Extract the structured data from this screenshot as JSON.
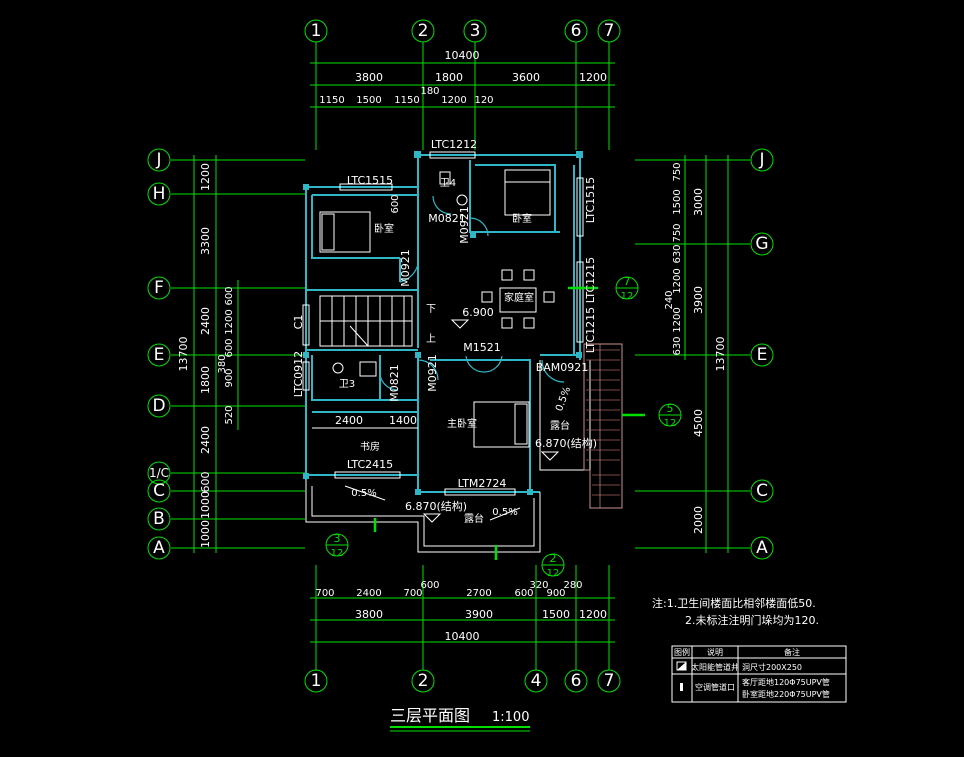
{
  "title": "三层平面图",
  "scale": "1:100",
  "grid_top": [
    "1",
    "2",
    "3",
    "6",
    "7"
  ],
  "grid_bottom": [
    "1",
    "2",
    "4",
    "6",
    "7"
  ],
  "grid_left": [
    "J",
    "H",
    "F",
    "E",
    "D",
    "1/C",
    "C",
    "B",
    "A"
  ],
  "grid_right": [
    "J",
    "G",
    "E",
    "C",
    "A"
  ],
  "dims_top": {
    "total": "10400",
    "row2": [
      "3800",
      "1800",
      "3600",
      "1200"
    ],
    "row3": [
      "1150",
      "1500",
      "1150",
      "180",
      "1200",
      "120"
    ]
  },
  "dims_bottom": {
    "row1": [
      "700",
      "2400",
      "700",
      "600",
      "2700",
      "600",
      "320",
      "280",
      "900"
    ],
    "row2": [
      "3800",
      "3900",
      "1500",
      "1200"
    ],
    "total": "10400"
  },
  "dims_left": {
    "col1": [
      "1200",
      "3300",
      "2400",
      "1800",
      "2400",
      "600",
      "1000",
      "1000"
    ],
    "total": "13700",
    "col2": [
      "600",
      "1200",
      "600",
      "380",
      "900",
      "520"
    ]
  },
  "dims_right": {
    "col1": [
      "750",
      "1500",
      "750",
      "630",
      "1200",
      "240",
      "1200",
      "630"
    ],
    "col2": [
      "3000",
      "3900",
      "4500",
      "2000"
    ],
    "total": "13700"
  },
  "rooms": {
    "bedroom_a": "卧室",
    "bedroom_b": "卧室",
    "master": "主卧室",
    "study": "书房",
    "lounge": "家庭室",
    "terrace_a": "露台",
    "terrace_b": "露台"
  },
  "labels": {
    "ltc1212": "LTC1212",
    "ltc1515": "LTC1515",
    "ltc1515v": "LTC1515",
    "ltc1215a": "LTC1215",
    "ltc1215b": "LTC1215",
    "m0821": "M0821",
    "m0921a": "M0921",
    "m0921b": "M0921",
    "m0921c": "M0921",
    "m0821b": "M0821",
    "m1521": "M1521",
    "bam0921": "BAM0921",
    "ltc0912": "LTC0912",
    "ltc2415": "LTC2415",
    "ltm2724": "LTM2724",
    "c1": "C1",
    "t4": "卫4",
    "t3": "卫3",
    "elev1": "6.900",
    "elev2": "6.870(结构)",
    "elev3": "6.870(结构)",
    "slope1": "0.5%",
    "slope2": "0.5%",
    "slope3": "0.5%",
    "dim600": "600",
    "dim2400": "2400",
    "dim1400": "1400",
    "down": "下",
    "up": "上"
  },
  "callouts": [
    {
      "num": "7",
      "den": "12"
    },
    {
      "num": "5",
      "den": "12"
    },
    {
      "num": "3",
      "den": "12"
    },
    {
      "num": "2",
      "den": "12"
    }
  ],
  "notes": {
    "n1": "注:1.卫生间楼面比相邻楼面低50.",
    "n2": "2.未标注注明门垛均为120."
  },
  "legend": {
    "headers": [
      "图例",
      "说明",
      "备注"
    ],
    "rows": [
      {
        "desc": "太阳能管道井",
        "note": "洞尺寸200X250"
      },
      {
        "desc": "空调管道口",
        "note": "客厅距地120Φ75UPV管",
        "note2": "卧室距地220Φ75UPV管"
      }
    ]
  }
}
